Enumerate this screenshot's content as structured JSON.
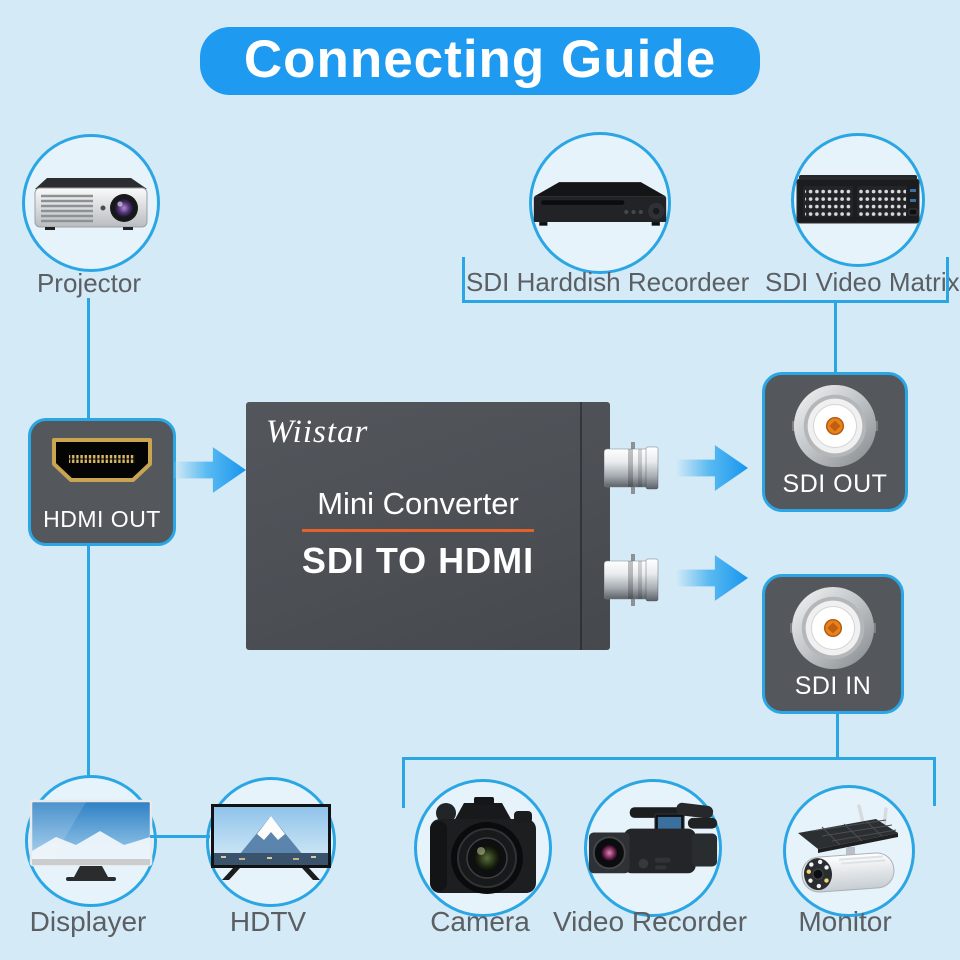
{
  "title": "Connecting Guide",
  "colors": {
    "bg": "#d4eaf6",
    "accent": "#2aa6e4",
    "titleblue": "#1e9af0",
    "boxgray": "#54585c",
    "convgray": "#4c5055",
    "labelgray": "#5b5e62",
    "orange": "#e2622b"
  },
  "nodes": {
    "projector": "Projector",
    "recorder": "SDI Harddish Recordeer",
    "matrix": "SDI Video Matrix",
    "displayer": "Displayer",
    "hdtv": "HDTV",
    "camera": "Camera",
    "video_recorder": "Video Recorder",
    "monitor": "Monitor"
  },
  "ports": {
    "hdmi_out": "HDMI OUT",
    "sdi_out": "SDI OUT",
    "sdi_in": "SDI IN"
  },
  "converter": {
    "brand": "Wiistar",
    "product": "Mini Converter",
    "model": "SDI TO HDMI"
  }
}
